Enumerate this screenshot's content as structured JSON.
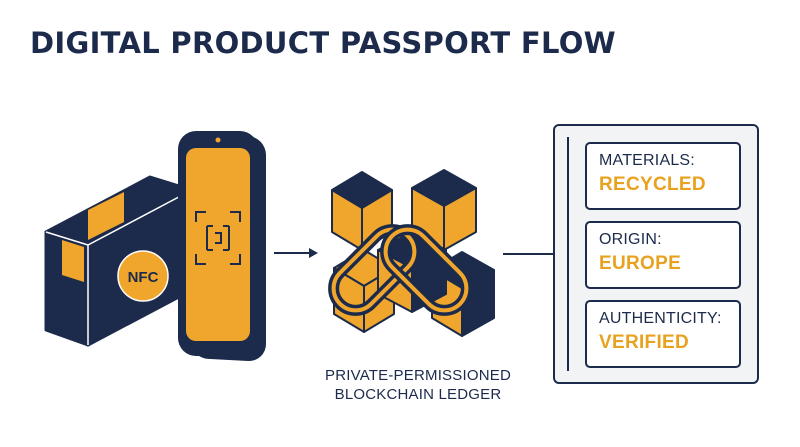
{
  "title": "DIGITAL PRODUCT PASSPORT FLOW",
  "colors": {
    "navy": "#1c2b4b",
    "gold": "#f0a62c",
    "gold_text": "#e9a21f"
  },
  "product_box": {
    "tag": "NFC",
    "icon": "package-box-icon"
  },
  "phone": {
    "icon": "scan-frame-icon"
  },
  "ledger": {
    "icon": "blockchain-cubes-icon",
    "caption_line1": "PRIVATE-PERMISSIONED",
    "caption_line2": "BLOCKCHAIN LEDGER"
  },
  "passport": {
    "items": [
      {
        "label": "MATERIALS:",
        "value": "RECYCLED"
      },
      {
        "label": "ORIGIN:",
        "value": "EUROPE"
      },
      {
        "label": "AUTHENTICITY:",
        "value": "VERIFIED"
      }
    ]
  }
}
